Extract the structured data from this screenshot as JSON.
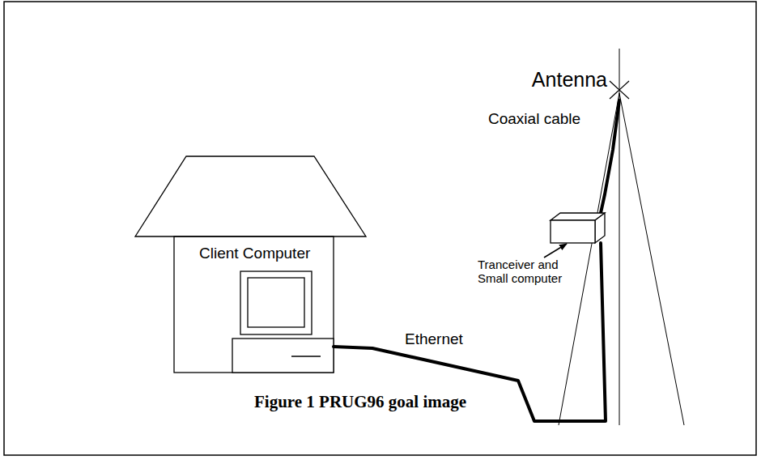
{
  "diagram": {
    "caption": "Figure 1 PRUG96 goal image",
    "nodes": [
      {
        "text": [
          "Client Computer"
        ]
      },
      {
        "text": [
          "Tranceiver and Small computer"
        ]
      },
      {
        "text": [
          "Antenna"
        ]
      }
    ],
    "edges": [
      {
        "from": 0,
        "to": 1,
        "label": "Ethernet",
        "arrow": "none"
      },
      {
        "from": 1,
        "to": 2,
        "label": "Coaxial cable",
        "arrow": "none"
      }
    ]
  }
}
